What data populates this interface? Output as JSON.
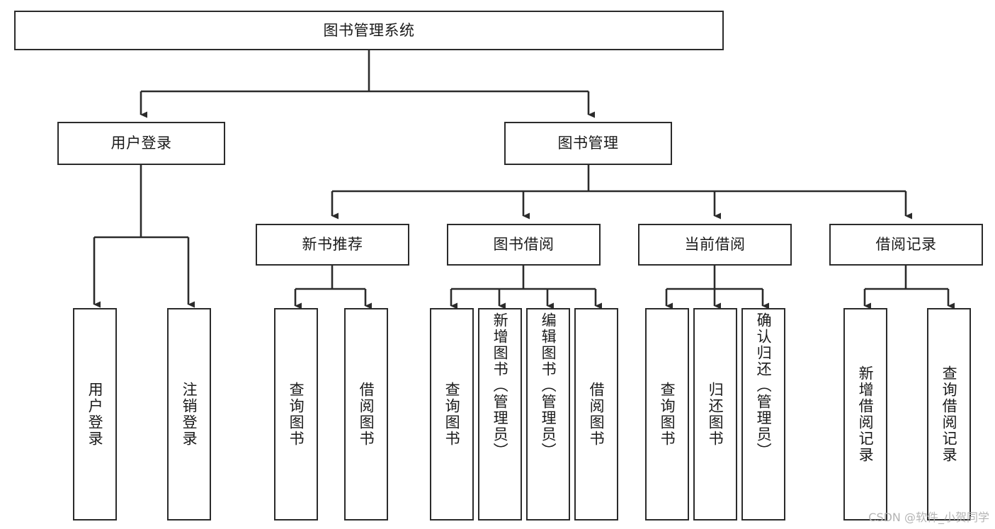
{
  "diagram": {
    "type": "tree-hierarchy",
    "title": "图书管理系统",
    "root": {
      "id": "root",
      "label": "图书管理系统"
    },
    "level2": [
      {
        "id": "user-login",
        "label": "用户登录"
      },
      {
        "id": "book-management",
        "label": "图书管理"
      }
    ],
    "level3": [
      {
        "id": "new-book-recommend",
        "label": "新书推荐",
        "parent": "book-management"
      },
      {
        "id": "book-borrow",
        "label": "图书借阅",
        "parent": "book-management"
      },
      {
        "id": "current-borrow",
        "label": "当前借阅",
        "parent": "book-management"
      },
      {
        "id": "borrow-record",
        "label": "借阅记录",
        "parent": "book-management"
      }
    ],
    "leaves": [
      {
        "id": "leaf-user-login",
        "label": "用户登录",
        "parent": "user-login"
      },
      {
        "id": "leaf-logout-login",
        "label": "注销登录",
        "parent": "user-login"
      },
      {
        "id": "leaf-query-book-1",
        "label": "查询图书",
        "parent": "new-book-recommend"
      },
      {
        "id": "leaf-borrow-book-1",
        "label": "借阅图书",
        "parent": "new-book-recommend"
      },
      {
        "id": "leaf-query-book-2",
        "label": "查询图书",
        "parent": "book-borrow"
      },
      {
        "id": "leaf-add-book",
        "label": "新增图书（管理员）",
        "parent": "book-borrow"
      },
      {
        "id": "leaf-edit-book",
        "label": "编辑图书（管理员）",
        "parent": "book-borrow"
      },
      {
        "id": "leaf-borrow-book-2",
        "label": "借阅图书",
        "parent": "book-borrow"
      },
      {
        "id": "leaf-query-book-3",
        "label": "查询图书",
        "parent": "current-borrow"
      },
      {
        "id": "leaf-return-book",
        "label": "归还图书",
        "parent": "current-borrow"
      },
      {
        "id": "leaf-confirm-return",
        "label": "确认归还（管理员）",
        "parent": "current-borrow"
      },
      {
        "id": "leaf-add-record",
        "label": "新增借阅记录",
        "parent": "borrow-record"
      },
      {
        "id": "leaf-query-record",
        "label": "查询借阅记录",
        "parent": "borrow-record"
      }
    ],
    "colors": {
      "stroke": "#2b2b2b",
      "fill": "#ffffff",
      "text": "#1a1a1a",
      "watermark": "#b4b4b4"
    }
  },
  "watermark": {
    "text": "CSDN @软件_小贺同学"
  }
}
